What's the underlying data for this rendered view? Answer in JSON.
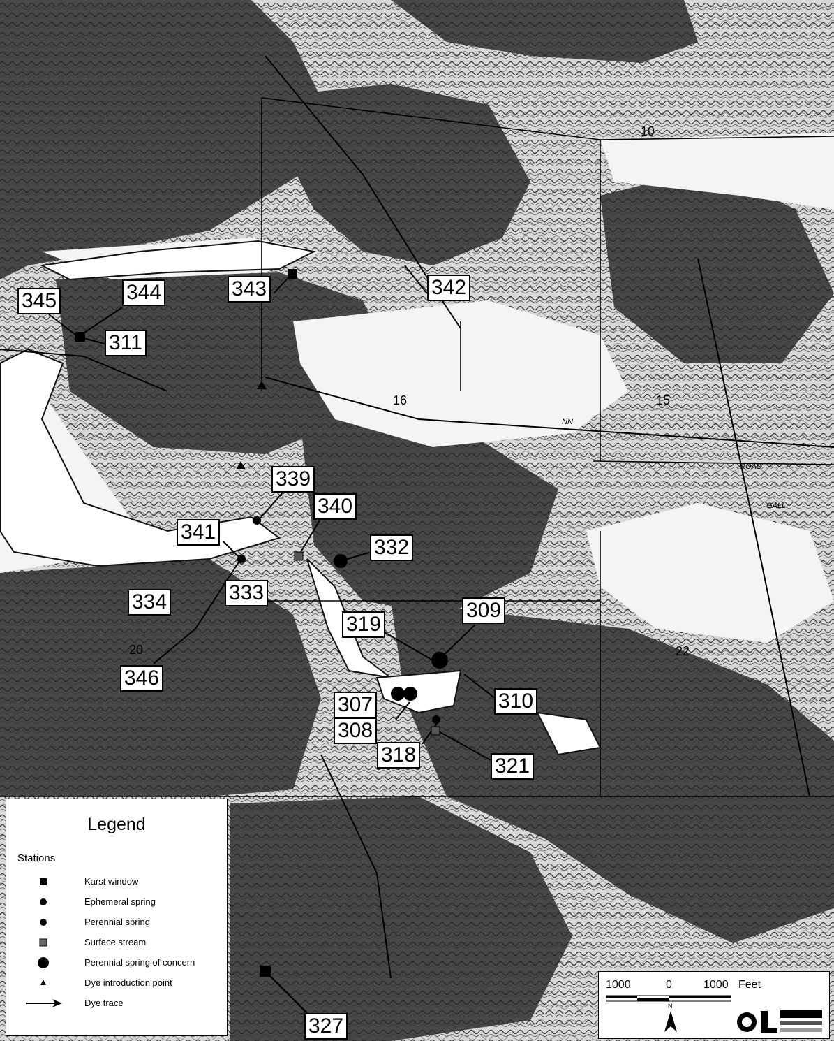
{
  "stations": [
    {
      "id": "345",
      "label": "345"
    },
    {
      "id": "344",
      "label": "344"
    },
    {
      "id": "343",
      "label": "343"
    },
    {
      "id": "342",
      "label": "342"
    },
    {
      "id": "311",
      "label": "311"
    },
    {
      "id": "339",
      "label": "339"
    },
    {
      "id": "340",
      "label": "340"
    },
    {
      "id": "341",
      "label": "341"
    },
    {
      "id": "332",
      "label": "332"
    },
    {
      "id": "334",
      "label": "334"
    },
    {
      "id": "333",
      "label": "333"
    },
    {
      "id": "319",
      "label": "319"
    },
    {
      "id": "309",
      "label": "309"
    },
    {
      "id": "346",
      "label": "346"
    },
    {
      "id": "307",
      "label": "307"
    },
    {
      "id": "310",
      "label": "310"
    },
    {
      "id": "308",
      "label": "308"
    },
    {
      "id": "318",
      "label": "318"
    },
    {
      "id": "321",
      "label": "321"
    },
    {
      "id": "327",
      "label": "327"
    }
  ],
  "section_numbers": [
    "10",
    "16",
    "15",
    "20",
    "22"
  ],
  "road_labels": [
    "ROAD",
    "GALL",
    "NN"
  ],
  "legend": {
    "title": "Legend",
    "subtitle": "Stations",
    "items": [
      {
        "symbol": "square",
        "label": "Karst window"
      },
      {
        "symbol": "dot-small",
        "label": "Ephemeral spring"
      },
      {
        "symbol": "dot-small",
        "label": "Perennial spring"
      },
      {
        "symbol": "hatched-square",
        "label": "Surface stream"
      },
      {
        "symbol": "dot-large",
        "label": "Perennial spring of concern"
      },
      {
        "symbol": "triangle",
        "label": "Dye introduction point"
      },
      {
        "symbol": "arrow",
        "label": "Dye trace"
      }
    ]
  },
  "scale_bar": {
    "left": "1000",
    "mid": "0",
    "right": "1000",
    "unit": "Feet"
  },
  "north_arrow_label": "N",
  "colors": {
    "terrain_dark": "#3a3a3a",
    "terrain_mid": "#7a7a7a",
    "terrain_light": "#bdbdbd",
    "background": "#ffffff"
  }
}
